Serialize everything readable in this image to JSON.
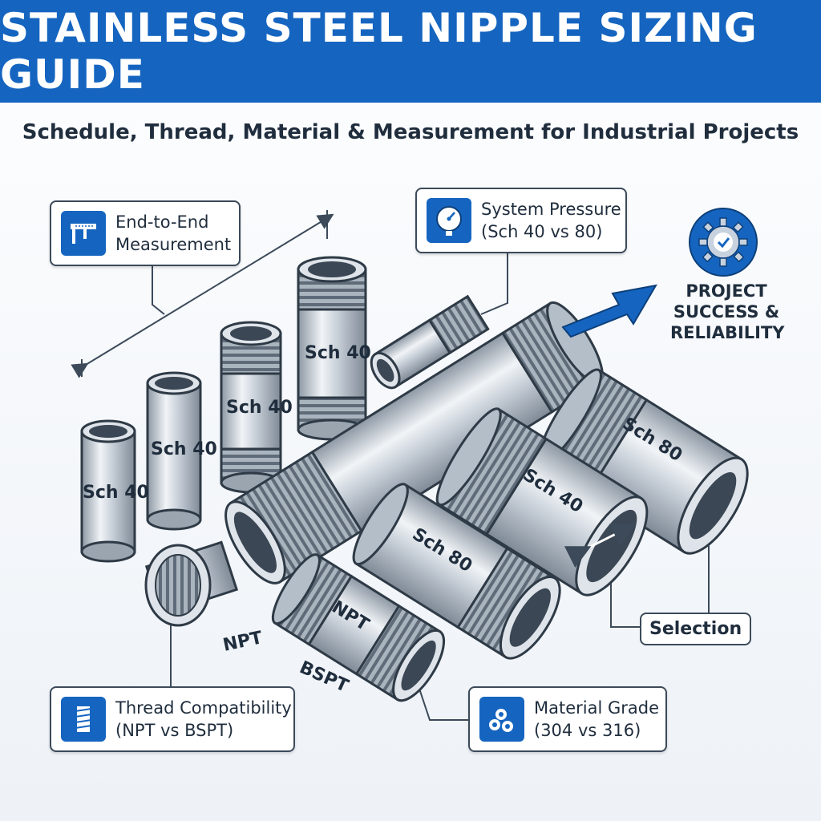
{
  "header": {
    "title": "STAINLESS STEEL NIPPLE SIZING GUIDE",
    "subtitle": "Schedule, Thread, Material & Measurement for Industrial Projects"
  },
  "callouts": {
    "measurement": {
      "line1": "End-to-End",
      "line2": "Measurement",
      "icon": "caliper-icon"
    },
    "pressure": {
      "line1": "System Pressure",
      "line2": "(Sch 40 vs 80)",
      "icon": "pressure-gauge-icon"
    },
    "thread": {
      "line1": "Thread Compatibility",
      "line2": "(NPT vs BSPT)",
      "icon": "thread-icon"
    },
    "material": {
      "line1": "Material Grade",
      "line2": "(304 vs 316)",
      "icon": "pipes-icon"
    },
    "selection": {
      "label": "Selection"
    },
    "project": {
      "line1": "PROJECT",
      "line2": "SUCCESS &",
      "line3": "RELIABILITY",
      "icon": "gear-check-icon"
    }
  },
  "pipe_labels": {
    "p1": "Sch 40",
    "p2": "Sch 40",
    "p3": "Sch 40",
    "p4": "Sch 40",
    "p5": "Sch 80",
    "p6": "Sch 40",
    "p7": "Sch 80",
    "p8": "NPT",
    "thread_npt": "NPT",
    "thread_bspt": "BSPT"
  },
  "colors": {
    "banner": "#1565c0",
    "accent": "#1565c0",
    "steel": "#b9c3cd",
    "outline": "#2e3a46"
  }
}
